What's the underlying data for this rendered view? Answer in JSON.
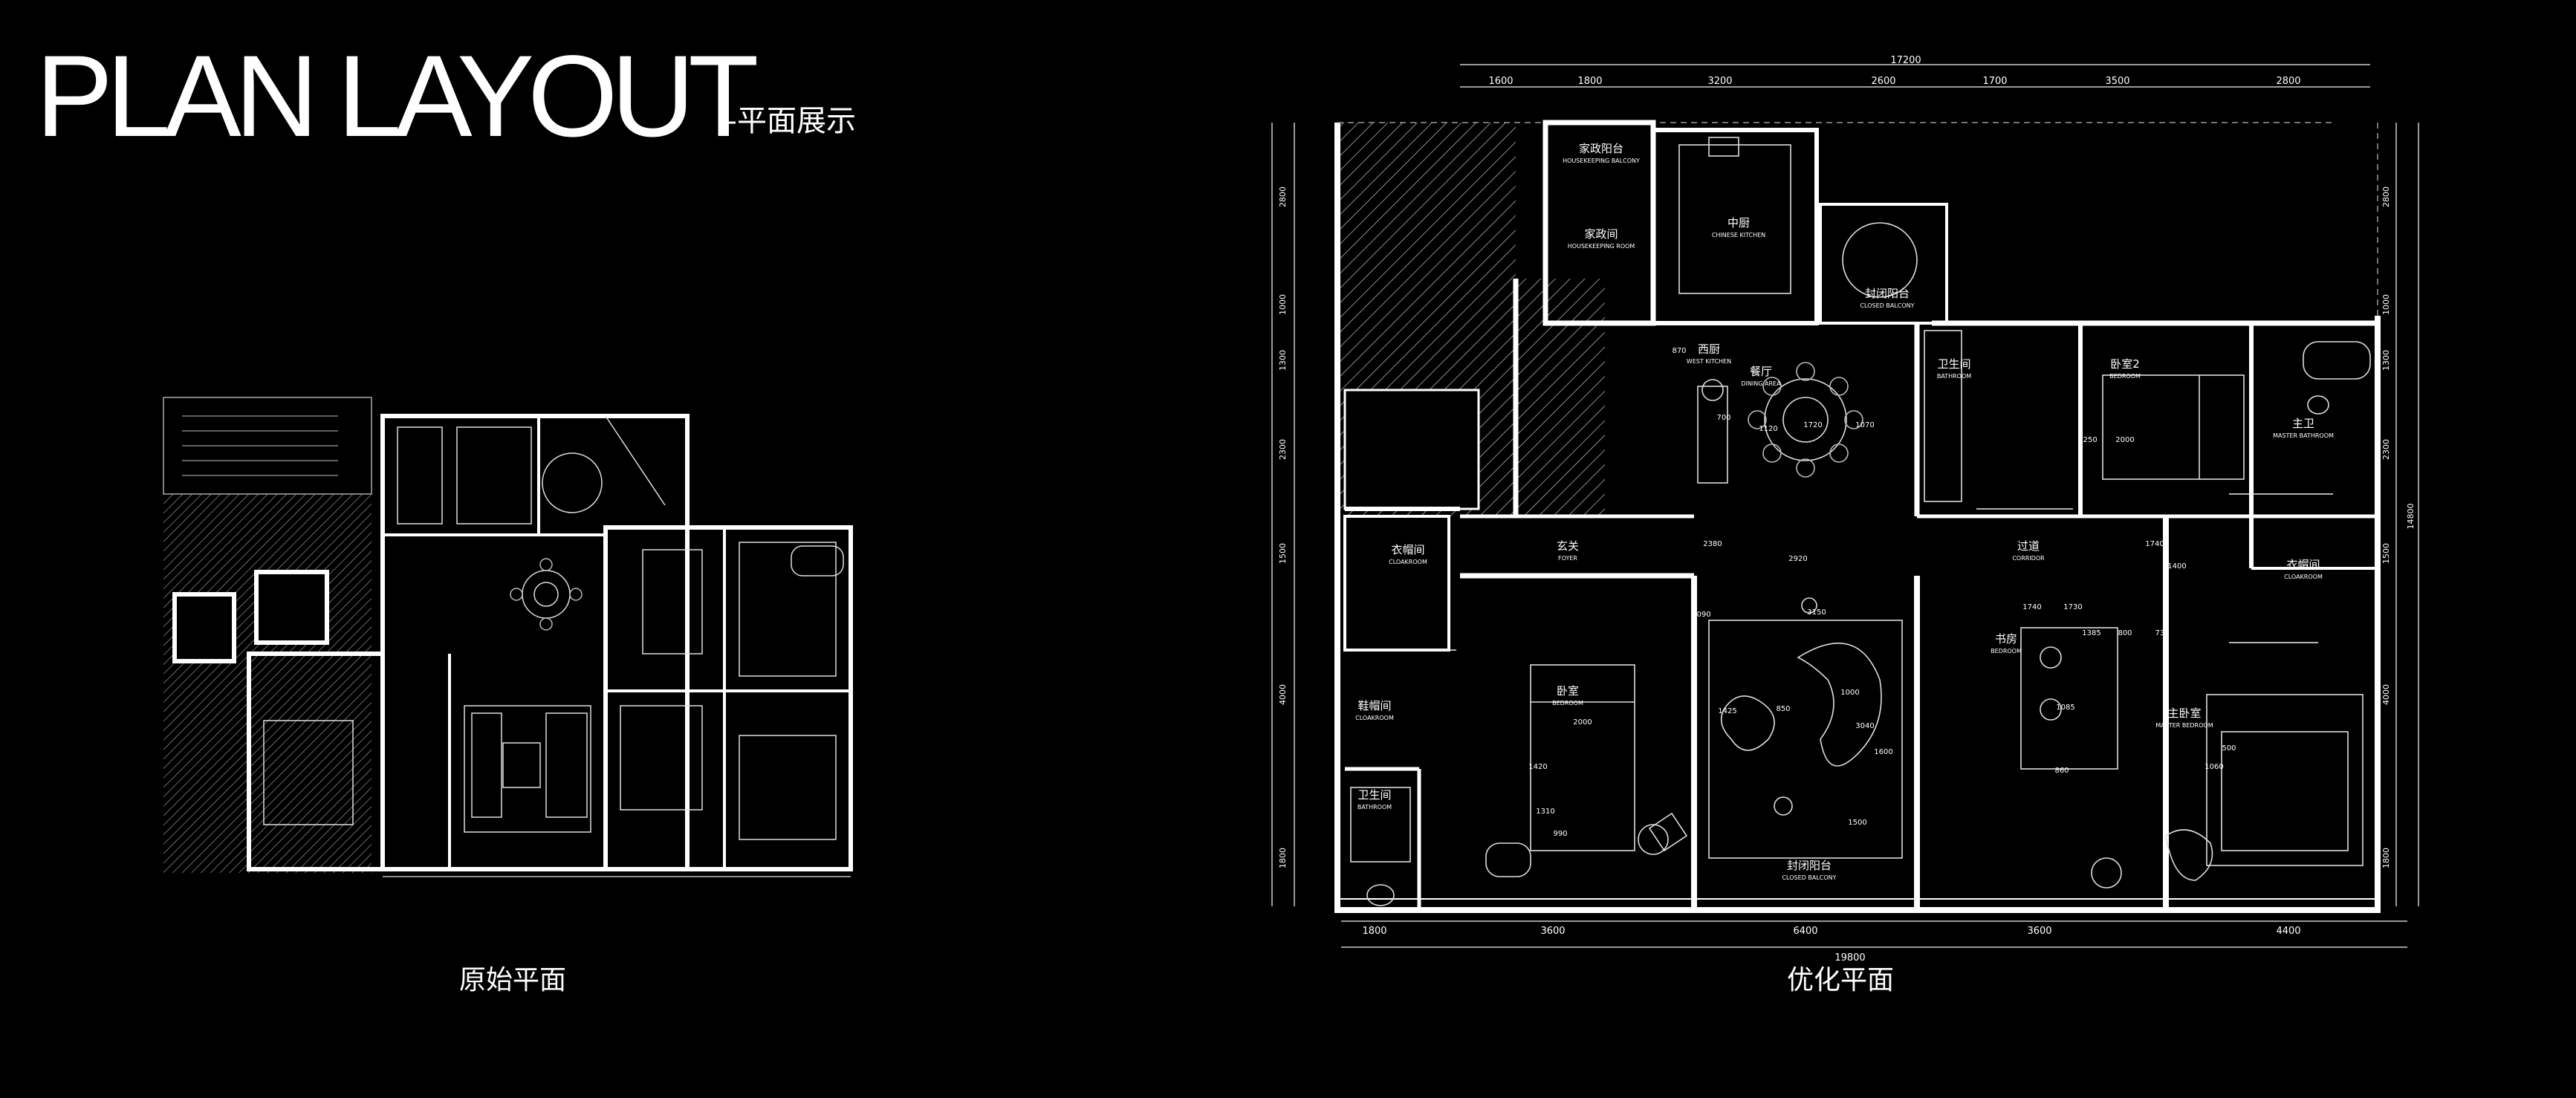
{
  "header": {
    "title": "PLAN LAYOUT",
    "subtitle": "–平面展示"
  },
  "plans": {
    "original": {
      "caption": "原始平面"
    },
    "optimized": {
      "caption": "优化平面",
      "top_dimensions": [
        "17200",
        "1600",
        "1800",
        "3200",
        "2600",
        "1700",
        "3500",
        "2800"
      ],
      "bottom_dimensions": [
        "1800",
        "3600",
        "6400",
        "3600",
        "4400"
      ],
      "bottom_total": "19800",
      "left_dimensions": [
        "2800",
        "1000",
        "1300",
        "2300",
        "1500",
        "4000",
        "1800"
      ],
      "right_dimensions": [
        "2800",
        "1000",
        "1300",
        "2300",
        "1500",
        "4000",
        "1800"
      ],
      "right_total": "14800",
      "rooms": [
        {
          "id": "housekeeping-balcony",
          "cn": "家政阳台",
          "en": "HOUSEKEEPING BALCONY"
        },
        {
          "id": "housekeeping-room",
          "cn": "家政间",
          "en": "HOUSEKEEPING ROOM"
        },
        {
          "id": "chinese-kitchen",
          "cn": "中厨",
          "en": "CHINESE KITCHEN"
        },
        {
          "id": "closed-balcony-top",
          "cn": "封闭阳台",
          "en": "CLOSED BALCONY"
        },
        {
          "id": "west-kitchen",
          "cn": "西厨",
          "en": "WEST KITCHEN"
        },
        {
          "id": "dining-area",
          "cn": "餐厅",
          "en": "DINING AREA"
        },
        {
          "id": "foyer",
          "cn": "玄关",
          "en": "FOYER"
        },
        {
          "id": "cloakroom-left",
          "cn": "衣帽间",
          "en": "CLOAKROOM"
        },
        {
          "id": "bedroom-left",
          "cn": "卧室",
          "en": "BEDROOM"
        },
        {
          "id": "bathroom-left",
          "cn": "卫生间",
          "en": "BATHROOM"
        },
        {
          "id": "shoe-room",
          "cn": "鞋帽间",
          "en": "CLOAKROOM"
        },
        {
          "id": "corridor",
          "cn": "过道",
          "en": "CORRIDOR"
        },
        {
          "id": "bedroom-2",
          "cn": "卧室2",
          "en": "BEDROOM"
        },
        {
          "id": "bathroom-mid",
          "cn": "卫生间",
          "en": "BATHROOM"
        },
        {
          "id": "master-bathroom",
          "cn": "主卫",
          "en": "MASTER BATHROOM"
        },
        {
          "id": "master-cloakroom",
          "cn": "衣帽间",
          "en": "CLOAKROOM"
        },
        {
          "id": "study",
          "cn": "书房",
          "en": "BEDROOM"
        },
        {
          "id": "master-bedroom",
          "cn": "主卧室",
          "en": "MASTER BEDROOM"
        },
        {
          "id": "closed-balcony-bottom",
          "cn": "封闭阳台",
          "en": "CLOSED BALCONY"
        }
      ],
      "inner_dimensions": [
        "870",
        "700",
        "1120",
        "1720",
        "1070",
        "2380",
        "2920",
        "1090",
        "3150",
        "1425",
        "850",
        "1000",
        "3040",
        "1600",
        "1500",
        "1250",
        "2000",
        "1400",
        "1385",
        "800",
        "735",
        "1085",
        "860",
        "1060",
        "500",
        "1420",
        "990",
        "1310",
        "2000",
        "1740",
        "1740",
        "1730"
      ]
    }
  }
}
